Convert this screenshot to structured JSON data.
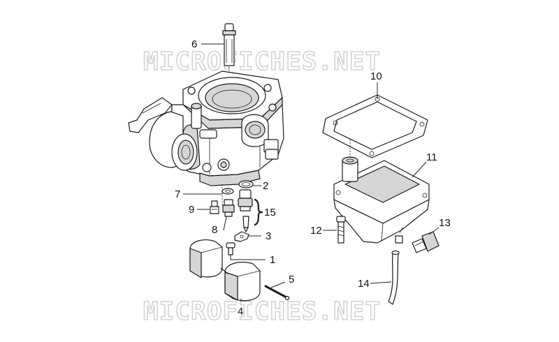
{
  "watermark": {
    "text": "MICROFICHES.NET",
    "color": "#d2d2d2"
  },
  "callouts": {
    "p1": "1",
    "p2": "2",
    "p3": "3",
    "p4": "4",
    "p5": "5",
    "p6": "6",
    "p7": "7",
    "p8": "8",
    "p9": "9",
    "p10": "10",
    "p11": "11",
    "p12": "12",
    "p13": "13",
    "p14": "14",
    "p15": "15"
  },
  "colors": {
    "line": "#1a1a1a",
    "shade": "#d6d6d6",
    "background": "#ffffff"
  }
}
